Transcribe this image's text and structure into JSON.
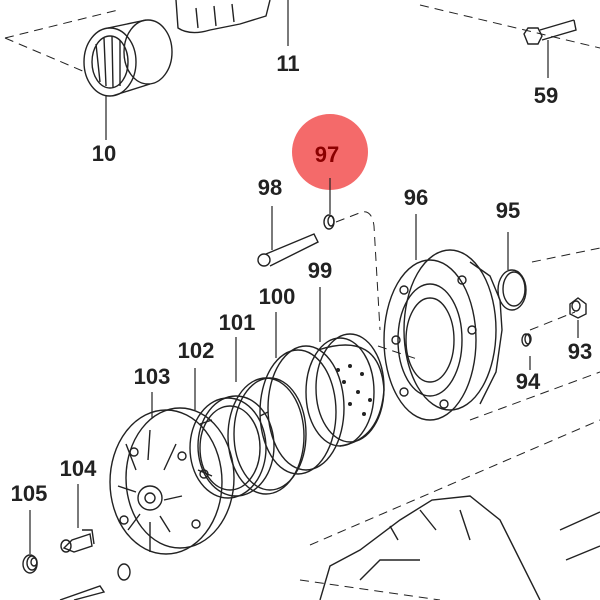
{
  "diagram": {
    "highlighted_part": "97",
    "highlight_color": "#f46a6a",
    "highlight_text_color": "#8b0000",
    "line_color": "#222222",
    "labels": {
      "p10": "10",
      "p11": "11",
      "p59": "59",
      "p93": "93",
      "p94": "94",
      "p95": "95",
      "p96": "96",
      "p97": "97",
      "p98": "98",
      "p99": "99",
      "p100": "100",
      "p101": "101",
      "p102": "102",
      "p103": "103",
      "p104": "104",
      "p105": "105"
    }
  }
}
